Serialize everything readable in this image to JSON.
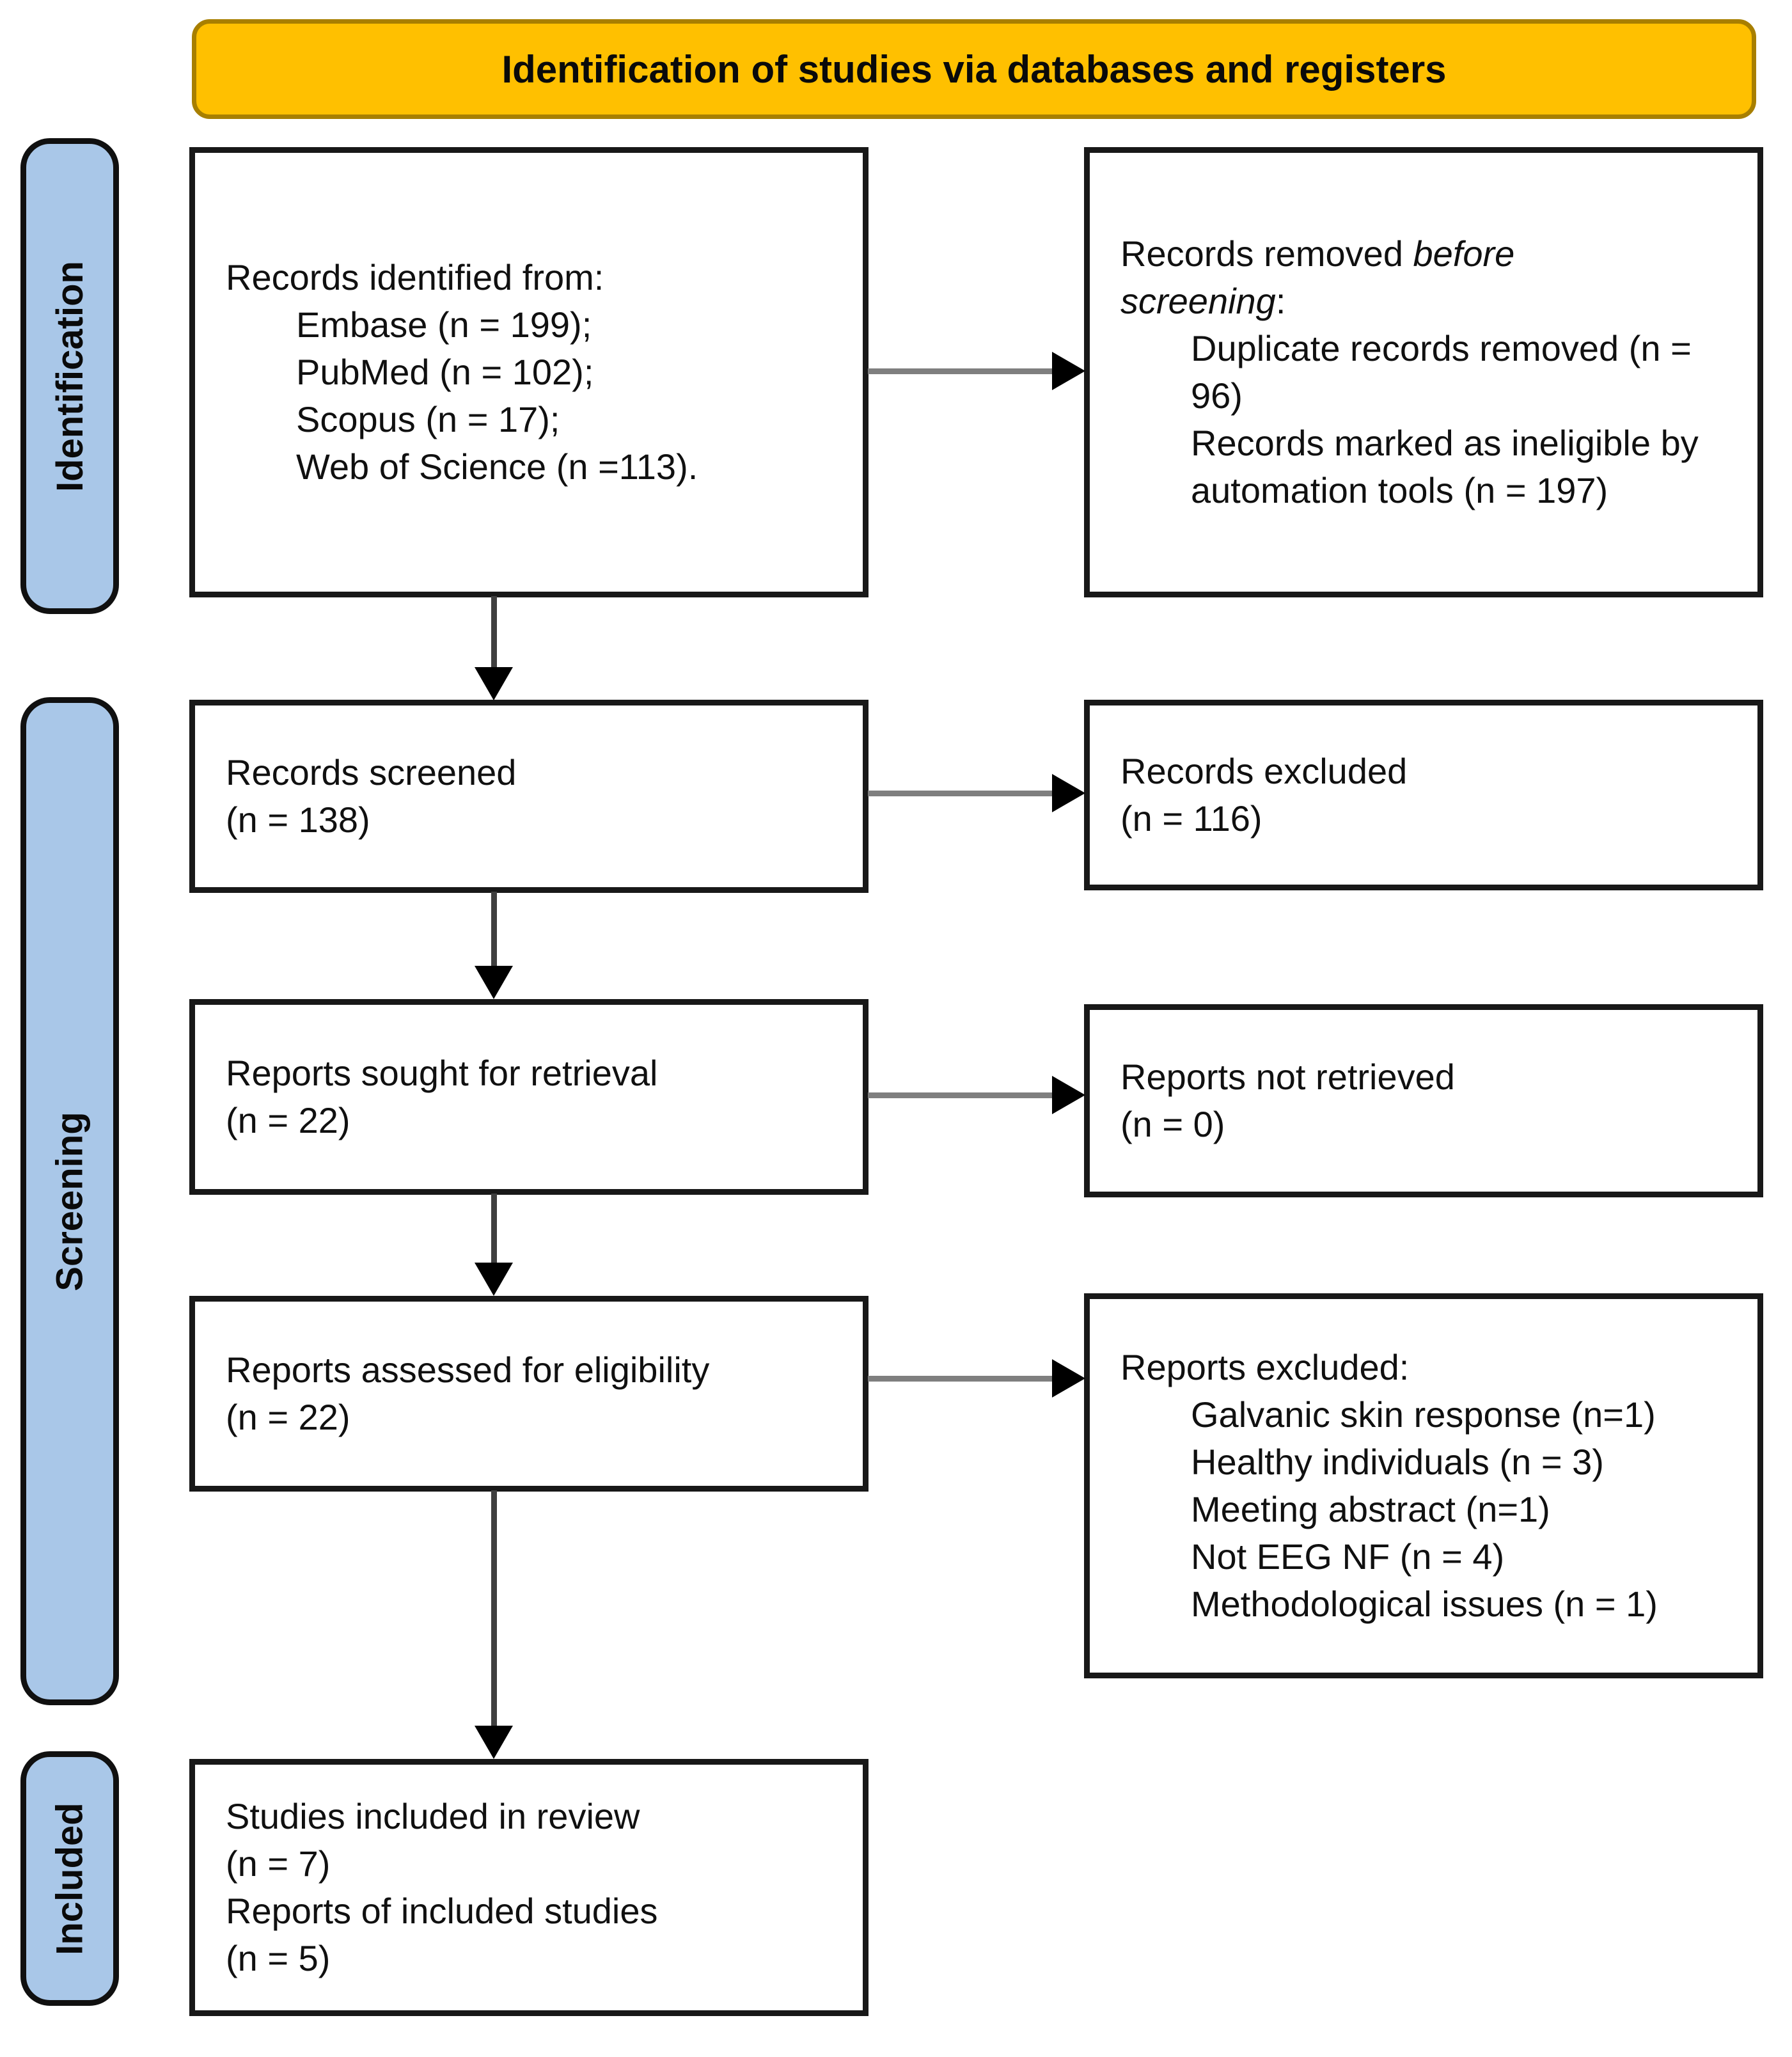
{
  "banner": {
    "title": "Identification of studies via databases and registers"
  },
  "sidebar": {
    "identification": "Identification",
    "screening": "Screening",
    "included": "Included"
  },
  "boxes": {
    "identified": {
      "title": "Records identified from:",
      "items": [
        "Embase (n = 199);",
        "PubMed (n = 102);",
        "Scopus (n = 17);",
        "Web of Science (n =113)."
      ]
    },
    "removed": {
      "line1_normal": "Records removed ",
      "line1_italic": "before",
      "line2_italic": "screening",
      "line2_normal": ":",
      "items": [
        "Duplicate records removed (n = 96)",
        "Records marked as ineligible by automation tools (n = 197)"
      ]
    },
    "screened": {
      "line1": "Records screened",
      "line2": "(n = 138)"
    },
    "excluded": {
      "line1": "Records excluded",
      "line2": "(n = 116)"
    },
    "sought": {
      "line1": "Reports sought for retrieval",
      "line2": "(n = 22)"
    },
    "not_retrieved": {
      "line1": "Reports not retrieved",
      "line2": "(n = 0)"
    },
    "assessed": {
      "line1": "Reports assessed for eligibility",
      "line2": "(n = 22)"
    },
    "reports_excluded": {
      "title": "Reports excluded:",
      "items": [
        "Galvanic skin response (n=1)",
        "Healthy individuals (n = 3)",
        "Meeting abstract (n=1)",
        "Not EEG NF (n = 4)",
        "Methodological issues (n = 1)"
      ]
    },
    "included_box": {
      "lines": [
        "Studies included in review",
        "(n = 7)",
        "Reports of included studies",
        "(n = 5)"
      ]
    }
  },
  "colors": {
    "banner_fill": "#FFC000",
    "sidebar_fill": "#A9C7E8",
    "box_border": "#181818",
    "arrow_shaft_horizontal": "#7f7f7f",
    "arrow_shaft_vertical": "#3f3f3f",
    "arrow_head": "#000000"
  }
}
